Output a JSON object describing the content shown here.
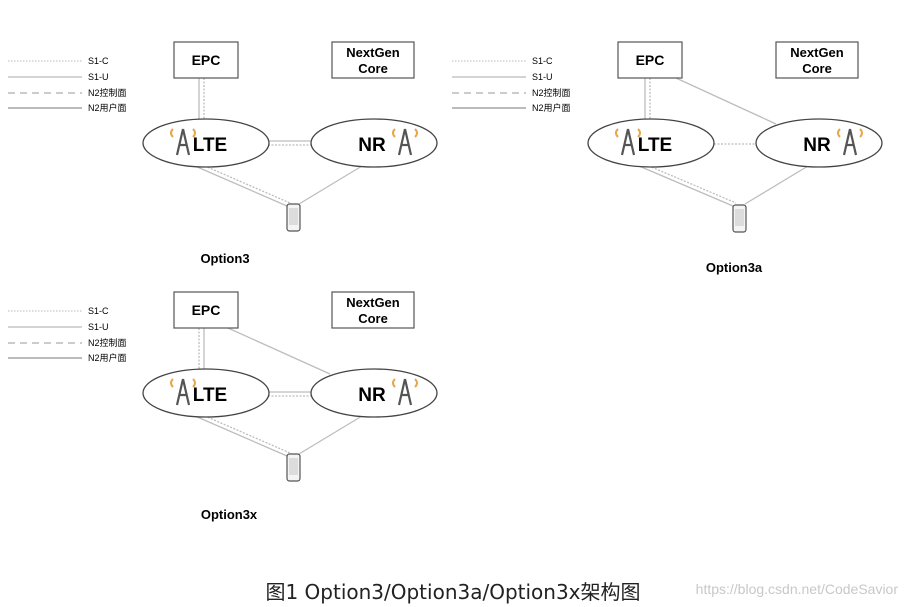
{
  "legend": {
    "s1c": "S1-C",
    "s1u": "S1-U",
    "n2c": "N2控制面",
    "n2u": "N2用户面"
  },
  "nodes": {
    "epc": "EPC",
    "nextgen_line1": "NextGen",
    "nextgen_line2": "Core",
    "lte": "LTE",
    "nr": "NR"
  },
  "options": [
    {
      "label": "Option3"
    },
    {
      "label": "Option3a"
    },
    {
      "label": "Option3x"
    }
  ],
  "caption": "图1 Option3/Option3a/Option3x架构图",
  "watermark": "https://blog.csdn.net/CodeSavior",
  "colors": {
    "line": "#bdbdbd",
    "line_dark": "#999999",
    "box_border": "#555555",
    "antenna": "#e8a64a",
    "tower": "#555555"
  }
}
